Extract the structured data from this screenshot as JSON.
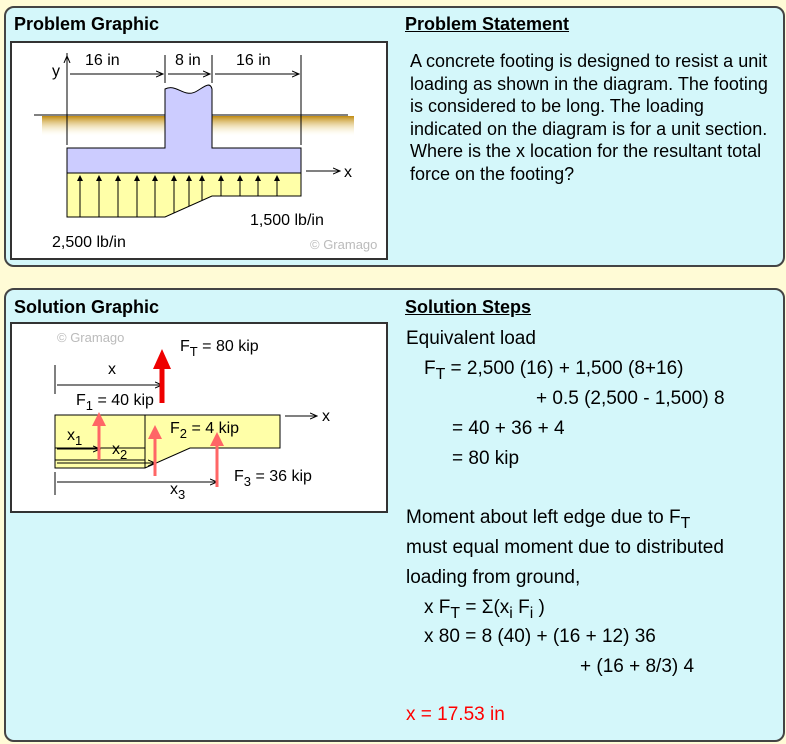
{
  "problem": {
    "graphic_title": "Problem Graphic",
    "statement_title": "Problem Statement",
    "statement": "A concrete footing is designed to resist a unit loading as shown in the diagram. The footing is considered to be long. The loading indicated on the diagram is for a unit section. Where is the x location for the resultant total force on the footing?",
    "graphic": {
      "copyright": "© Gramago",
      "dim1": "16 in",
      "dim2": "8 in",
      "dim3": "16 in",
      "y_label": "y",
      "x_label": "x",
      "load_left": "2,500 lb/in",
      "load_right": "1,500 lb/in"
    }
  },
  "solution": {
    "graphic_title": "Solution Graphic",
    "steps_title": "Solution Steps",
    "graphic": {
      "copyright": "© Gramago",
      "ft_label": "F",
      "ft_sub": "T",
      "ft_val": " = 80 kip",
      "x_label": "x",
      "f1": "F",
      "f1_sub": "1",
      "f1_val": " = 40 kip",
      "f2": "F",
      "f2_sub": "2",
      "f2_val": " = 4 kip",
      "f3": "F",
      "f3_sub": "3",
      "f3_val": " = 36 kip",
      "x1": "x",
      "x1_sub": "1",
      "x2": "x",
      "x2_sub": "2",
      "x3": "x",
      "x3_sub": "3",
      "axis_x": "x"
    },
    "steps": [
      "Equivalent load",
      "F_T = 2,500 (16) + 1,500 (8+16)",
      "+ 0.5 (2,500 - 1,500) 8",
      "= 40 + 36 + 4",
      "= 80 kip",
      "Moment about left edge due to F_T",
      "must equal moment due to distributed",
      "loading from ground,",
      "x F_T = Σ(x_i F_i )",
      "x 80 = 8 (40) + (16 + 12) 36",
      "+ (16 + 8/3) 4"
    ],
    "answer": "x = 17.53 in"
  },
  "colors": {
    "answer": "#ff0000",
    "panel": "#d4f7fa",
    "background": "#fffbd6"
  }
}
